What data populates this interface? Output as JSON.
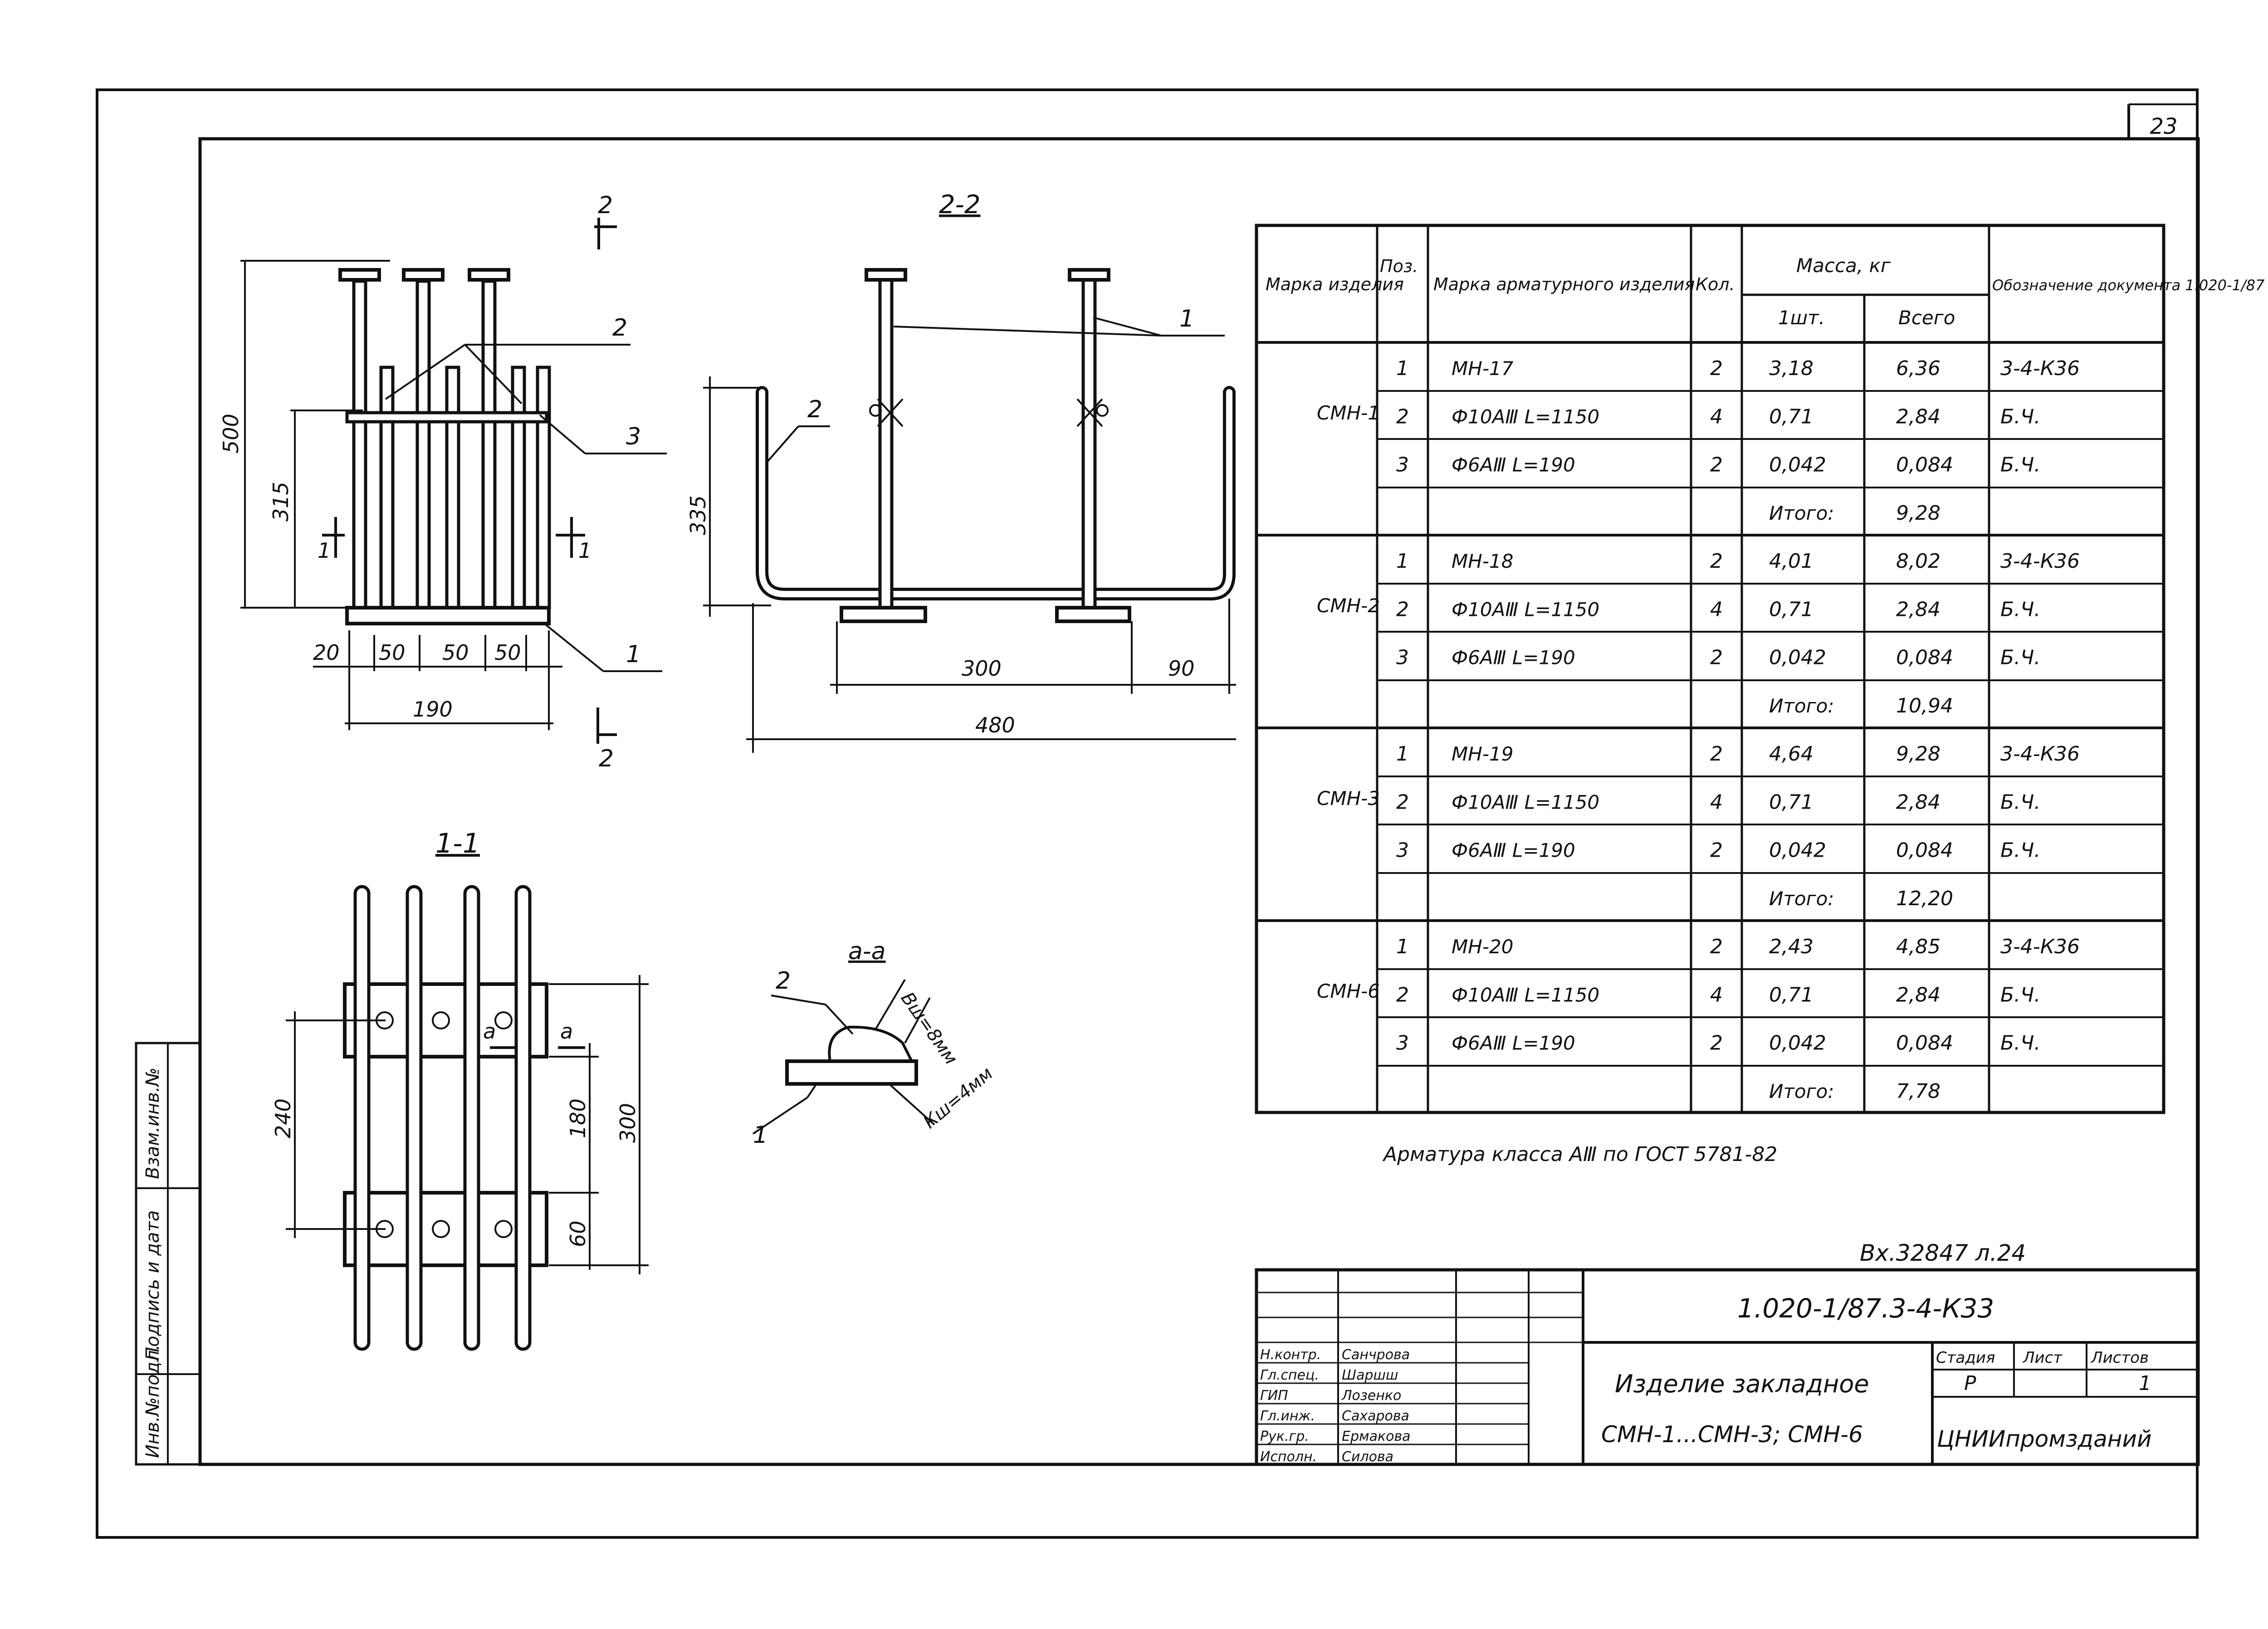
{
  "sheet": {
    "number": "23"
  },
  "side_stamp": {
    "inv_orig": "Инв.№подл.",
    "sign_date": "Подпись и дата",
    "inv_dubl": "Взам.инв.№"
  },
  "view_2_2": {
    "title": "2-2",
    "dims": {
      "height": "335",
      "span": "300",
      "end": "90",
      "total": "480"
    },
    "labels": {
      "p1": "1",
      "p2": "2"
    }
  },
  "view_front": {
    "section_mark": "2",
    "dims": {
      "h500": "500",
      "h315": "315",
      "a": "20",
      "b": "50",
      "c": "50",
      "d": "50",
      "w": "190"
    },
    "labels": {
      "p1": "1",
      "p2": "2",
      "p3": "3",
      "s1l": "1",
      "s1r": "1"
    }
  },
  "view_1_1": {
    "title": "1-1",
    "dims": {
      "d240": "240",
      "d180": "180",
      "d300": "300",
      "d60": "60"
    },
    "cut_label": "a"
  },
  "view_a_a": {
    "title": "a-a",
    "weld1": "Вш=8мм",
    "weld2": "Кш=4мм",
    "p1": "1",
    "p2": "2"
  },
  "spec_table": {
    "headers": {
      "marka": "Марка изделия",
      "poz": "Поз.",
      "armat": "Марка арматурного изделия",
      "kol": "Кол.",
      "massa": "Масса, кг",
      "sht": "1шт.",
      "vsego": "Всего",
      "oboz": "Обозначение документа 1.020-1/87"
    },
    "groups": [
      {
        "name": "СМН-1",
        "rows": [
          {
            "poz": "1",
            "armat": "МН-17",
            "kol": "2",
            "sht": "3,18",
            "vsego": "6,36",
            "doc": "3-4-К36"
          },
          {
            "poz": "2",
            "armat": "Ф10АⅢ L=1150",
            "kol": "4",
            "sht": "0,71",
            "vsego": "2,84",
            "doc": "Б.Ч."
          },
          {
            "poz": "3",
            "armat": "Ф6АⅢ L=190",
            "kol": "2",
            "sht": "0,042",
            "vsego": "0,084",
            "doc": "Б.Ч."
          }
        ],
        "total_label": "Итого:",
        "total": "9,28"
      },
      {
        "name": "СМН-2",
        "rows": [
          {
            "poz": "1",
            "armat": "МН-18",
            "kol": "2",
            "sht": "4,01",
            "vsego": "8,02",
            "doc": "3-4-К36"
          },
          {
            "poz": "2",
            "armat": "Ф10АⅢ L=1150",
            "kol": "4",
            "sht": "0,71",
            "vsego": "2,84",
            "doc": "Б.Ч."
          },
          {
            "poz": "3",
            "armat": "Ф6АⅢ L=190",
            "kol": "2",
            "sht": "0,042",
            "vsego": "0,084",
            "doc": "Б.Ч."
          }
        ],
        "total_label": "Итого:",
        "total": "10,94"
      },
      {
        "name": "СМН-3",
        "rows": [
          {
            "poz": "1",
            "armat": "МН-19",
            "kol": "2",
            "sht": "4,64",
            "vsego": "9,28",
            "doc": "3-4-К36"
          },
          {
            "poz": "2",
            "armat": "Ф10АⅢ L=1150",
            "kol": "4",
            "sht": "0,71",
            "vsego": "2,84",
            "doc": "Б.Ч."
          },
          {
            "poz": "3",
            "armat": "Ф6АⅢ L=190",
            "kol": "2",
            "sht": "0,042",
            "vsego": "0,084",
            "doc": "Б.Ч."
          }
        ],
        "total_label": "Итого:",
        "total": "12,20"
      },
      {
        "name": "СМН-6",
        "rows": [
          {
            "poz": "1",
            "armat": "МН-20",
            "kol": "2",
            "sht": "2,43",
            "vsego": "4,85",
            "doc": "3-4-К36"
          },
          {
            "poz": "2",
            "armat": "Ф10АⅢ L=1150",
            "kol": "4",
            "sht": "0,71",
            "vsego": "2,84",
            "doc": "Б.Ч."
          },
          {
            "poz": "3",
            "armat": "Ф6АⅢ L=190",
            "kol": "2",
            "sht": "0,042",
            "vsego": "0,084",
            "doc": "Б.Ч."
          }
        ],
        "total_label": "Итого:",
        "total": "7,78"
      }
    ],
    "note": "Арматура класса АⅢ по ГОСТ 5781-82"
  },
  "title_block": {
    "ref": "Вх.32847 л.24",
    "code": "1.020-1/87.3-4-К33",
    "name_line1": "Изделие закладное",
    "name_line2": "СМН-1...СМН-3; СМН-6",
    "stage_h": "Стадия",
    "sheet_h": "Лист",
    "sheets_h": "Листов",
    "stage": "Р",
    "sheets": "1",
    "org": "ЦНИИпромзданий",
    "people": [
      {
        "role": "Н.контр.",
        "name": "Санчрова"
      },
      {
        "role": "Гл.спец.",
        "name": "Шаршш"
      },
      {
        "role": "ГИП",
        "name": "Лозенко"
      },
      {
        "role": "Гл.инж.",
        "name": "Сахарова"
      },
      {
        "role": "Рук.гр.",
        "name": "Ермакова"
      },
      {
        "role": "Исполн.",
        "name": "Силова"
      }
    ]
  }
}
